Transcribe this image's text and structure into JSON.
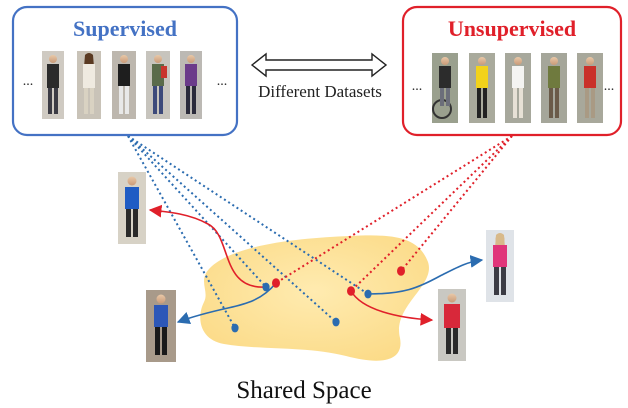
{
  "supervised": {
    "title": "Supervised",
    "color": "#4472C4",
    "ellipsis_left": "...",
    "ellipsis_right": "..."
  },
  "unsupervised": {
    "title": "Unsupervised",
    "color": "#E0202A",
    "ellipsis_left": "...",
    "ellipsis_right": "..."
  },
  "link_label": "Different Datasets",
  "space_label": "Shared Space",
  "colors": {
    "shared_space_fill": "#FDE39A",
    "supervised_point": "#2B6CB0",
    "unsupervised_point": "#E0202A"
  }
}
